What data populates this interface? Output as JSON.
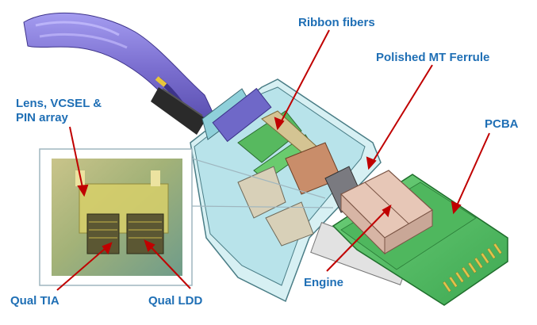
{
  "labels": {
    "ribbon_fibers": "Ribbon fibers",
    "polished_mt_ferrule": "Polished MT Ferrule",
    "lens_vcsel_pin": "Lens, VCSEL &\nPIN array",
    "pcba": "PCBA",
    "engine": "Engine",
    "qual_tia": "Qual TIA",
    "qual_ldd": "Qual LDD"
  },
  "colors": {
    "label_text": "#1f6fb5",
    "leader_line": "#c00000",
    "pull_tab": "#7b6fd0",
    "housing": "#aee0e6",
    "pcb": "#5cc36a",
    "engine_block": "#e5c4b4",
    "inset_border": "#9fb6bf"
  }
}
